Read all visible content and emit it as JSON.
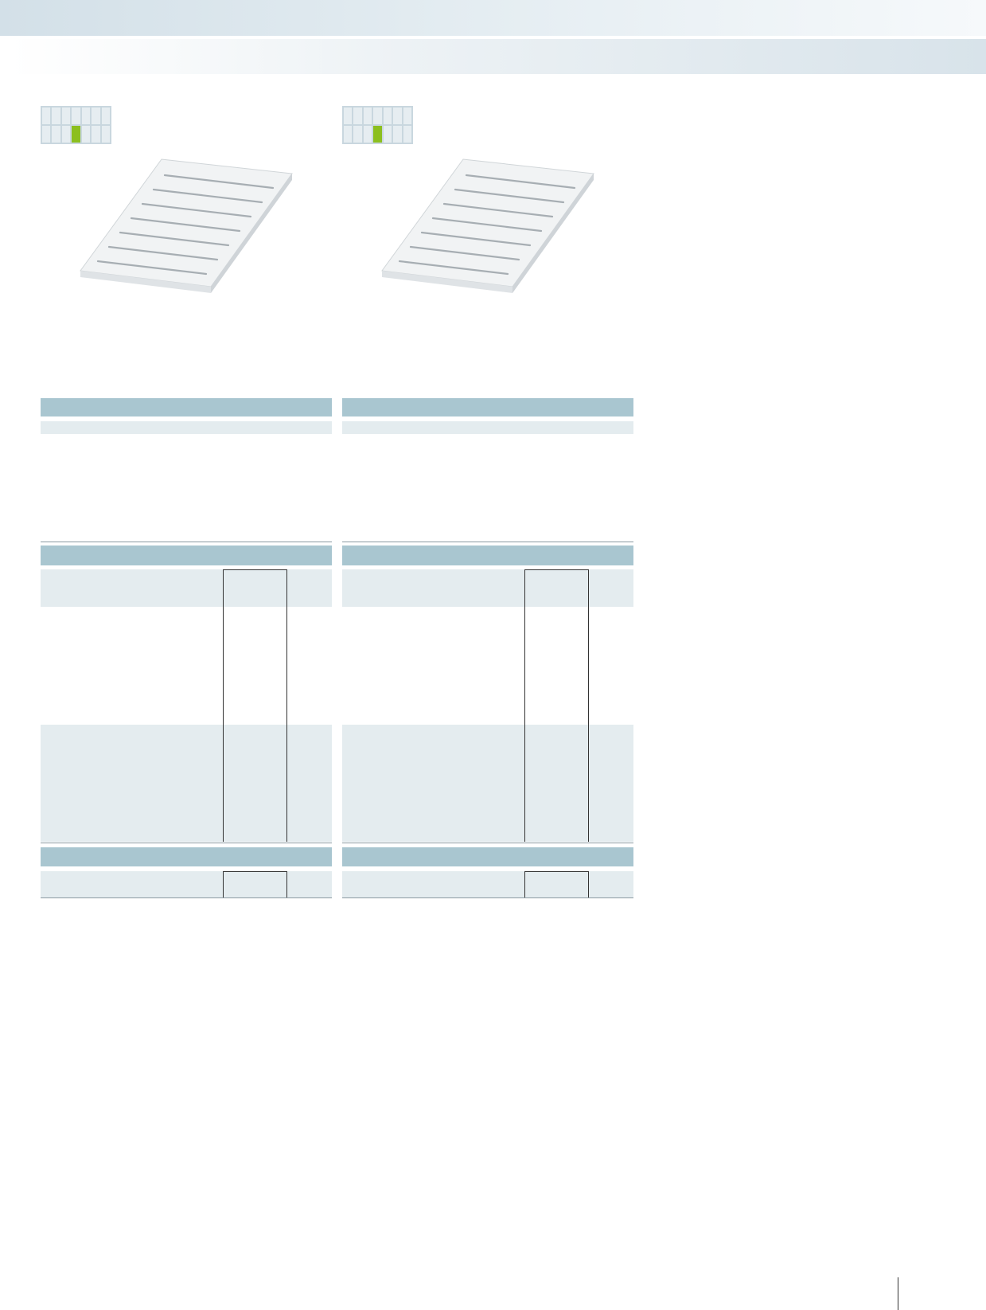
{
  "columns": [
    {
      "id": "left",
      "marker": {
        "active_row": 2,
        "active_col": 4
      }
    },
    {
      "id": "right",
      "marker": {
        "active_row": 2,
        "active_col": 4
      }
    }
  ]
}
